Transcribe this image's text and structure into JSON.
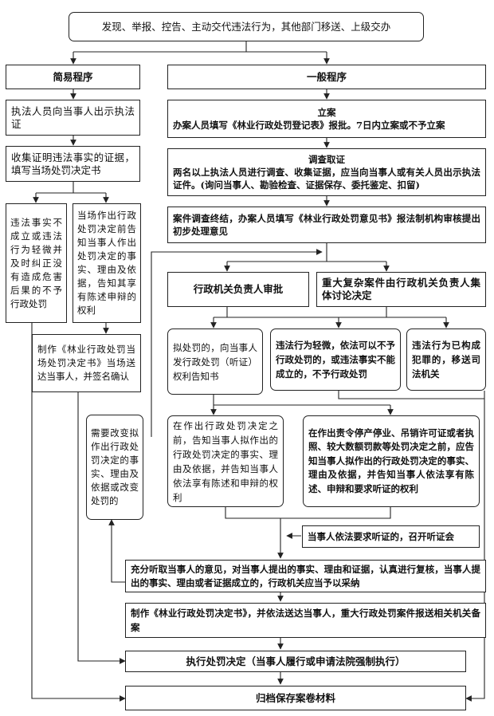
{
  "nodes": {
    "start": "发现、举报、控告、主动交代违法行为，其他部门移送、上级交办",
    "simple": "简易程序",
    "general": "一般程序",
    "show_cert": "执法人员向当事人出示执法证",
    "collect": "收集证明违法事实的证据，填写当场处罚决定书",
    "no_penalty": "违法事实不成立或违法行为轻微并及时纠正没有造成危害后果的不予行政处罚",
    "inform_onsite": "当场作出行政处罚决定前告知当事人作出处罚决定的事实、理由及依据，告知其享有陈述申辩的权利",
    "make_onsite": "制作《林业行政处罚当场处罚决定书》当场送达当事人，并签名确认",
    "file_title": "立案",
    "file_body": "办案人员填写《林业行政处罚登记表》报批。7日内立案或不予立案",
    "investigate_title": "调查取证",
    "investigate_body": "两名以上执法人员进行调查、收集证据，应当向当事人或有关人员出示执法证件。(询问当事人、勘验检查、证据保存、委托鉴定、扣留)",
    "conclude": "案件调查终结，办案人员填写《林业行政处罚意见书》报法制机构审核提出初步处理意见",
    "head_approve": "行政机关负责人审批",
    "collective": "重大复杂案件由行政机关负责人集体讨论决定",
    "notify_book": "拟处罚的，向当事人发行政处罚（听证）权利告知书",
    "no_admin_penalty": "违法行为轻微，依法可以不予行政处罚的，或违法事实不能成立的，不予行政处罚",
    "transfer": "违法行为已构成犯罪的，移送司法机关",
    "change_decision": "需要改变拟作出行政处罚决定的事实、理由及依据或改变处罚的",
    "inform_before": "在作出行政处罚决定之前，告知当事人拟作出的行政处罚决定的事实、理由及依据，并告知当事人依法享有陈述和申辩的权利",
    "inform_hearing": "在作出责令停产停业、吊销许可证或者执照、较大数额罚款等处罚决定之前，应告知当事人拟作出的行政处罚决定的事实、理由及依据，并告知当事人依法享有陈述、申辩和要求听证的权利",
    "hearing": "当事人依法要求听证的，召开听证会",
    "listen": "充分听取当事人的意见，对当事人提出的事实、理由和证据，认真进行复核，当事人提出的事实、理由或者证据成立的，行政机关应当予以采纳",
    "make_decision": "制作《林业行政处罚决定书》，并依法送达当事人，重大行政处罚案件报送相关机关备案",
    "execute": "执行处罚决定（当事人履行或申请法院强制执行）",
    "archive": "归档保存案卷材料"
  }
}
